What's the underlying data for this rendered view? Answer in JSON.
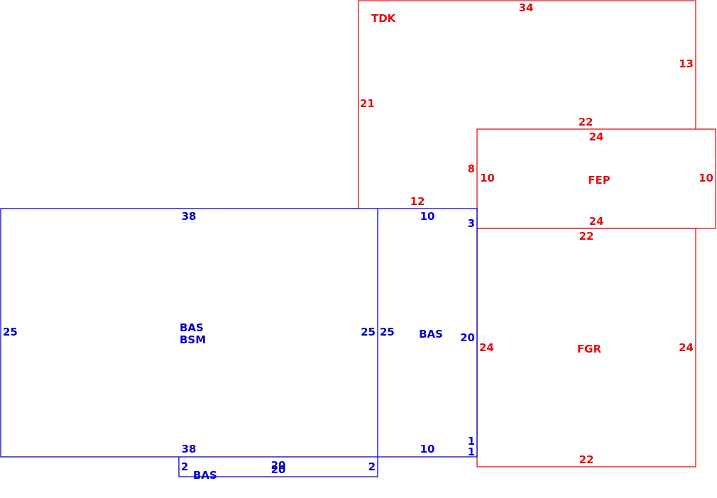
{
  "colors": {
    "main": "#0000cc",
    "addon": "#dd1111",
    "background": "#ffffff"
  },
  "areas": {
    "tdk": {
      "code": "TDK",
      "dims": {
        "top": "34",
        "right": "13",
        "left": "21",
        "bottom_right": "22",
        "bottom_left": "12"
      }
    },
    "fep": {
      "code": "FEP",
      "dims": {
        "top": "24",
        "left": "10",
        "right": "10",
        "bottom": "24",
        "step": "8"
      }
    },
    "fgr": {
      "code": "FGR",
      "dims": {
        "top": "22",
        "left": "24",
        "right": "24",
        "bottom": "22"
      }
    },
    "bas_main": {
      "codes": [
        "BAS",
        "BSM"
      ],
      "dims": {
        "top": "38",
        "bottom": "38",
        "left": "25",
        "right": "25"
      }
    },
    "bas_east": {
      "code": "BAS",
      "dims": {
        "top": "10",
        "bottom": "10",
        "left": "25",
        "right": "20",
        "jog_top": "3",
        "jog_bottom_a": "1",
        "jog_bottom_b": "1"
      }
    },
    "bas_south": {
      "code": "BAS",
      "dims": {
        "top": "20",
        "bottom": "20",
        "left": "2",
        "right": "2"
      }
    }
  }
}
